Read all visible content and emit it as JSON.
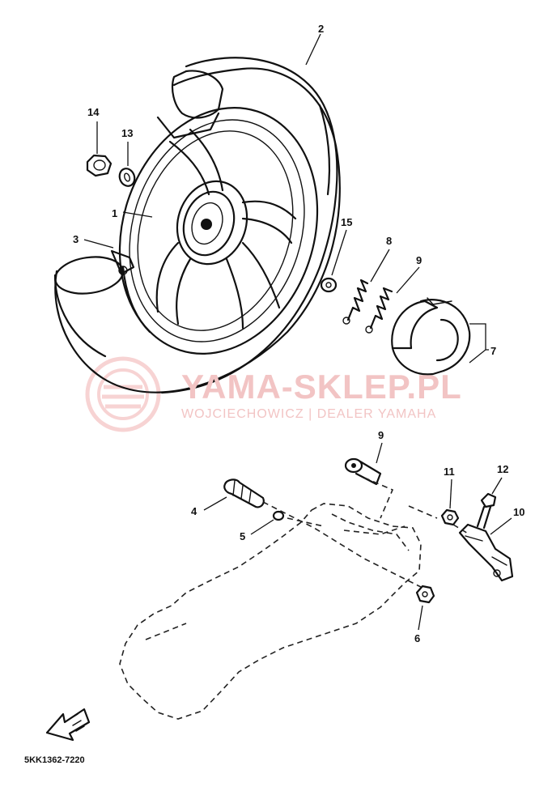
{
  "callouts": {
    "c1": "1",
    "c2": "2",
    "c3": "3",
    "c4": "4",
    "c5": "5",
    "c6": "6",
    "c7": "7",
    "c8": "8",
    "c9a": "9",
    "c9b": "9",
    "c10": "10",
    "c11": "11",
    "c12": "12",
    "c13": "13",
    "c14": "14",
    "c15": "15"
  },
  "watermark": {
    "title": "YAMA-SKLEP.PL",
    "subtitle": "WOJCIECHOWICZ | DEALER YAMAHA"
  },
  "diagram_code": "5KK1362-7220",
  "colors": {
    "ink": "#111111",
    "watermark": "#f2c4c4"
  },
  "icons": {
    "front_arrow": "front-direction-arrow-icon",
    "logo": "watermark-logo-icon"
  }
}
